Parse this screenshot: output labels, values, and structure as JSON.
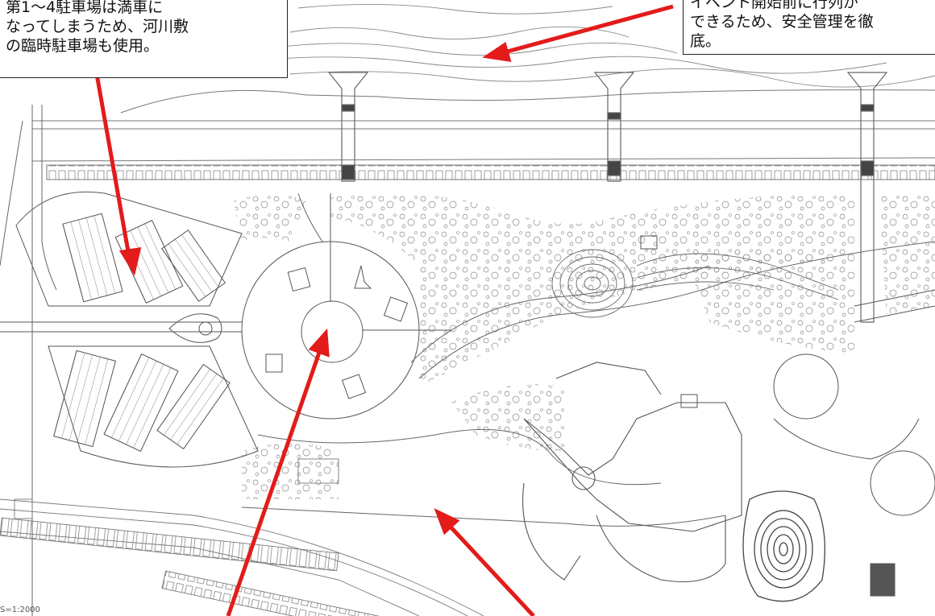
{
  "callouts": {
    "left": {
      "lines": [
        "第1〜4駐車場は満車に",
        "なってしまうため、河川敷",
        "の臨時駐車場も使用。"
      ]
    },
    "right": {
      "lines": [
        "イベント開始前に行列が",
        "できるため、安全管理を徹",
        "底。"
      ]
    }
  },
  "scale_note": "S=1:2000",
  "colors": {
    "arrow": "#e31b1b",
    "line": "#666666",
    "callout_border": "#222222"
  }
}
